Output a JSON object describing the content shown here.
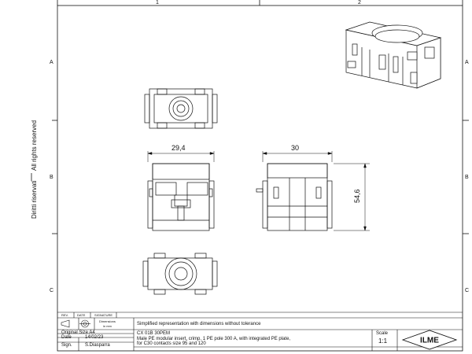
{
  "frame": {
    "zone_columns": [
      "1",
      "2"
    ],
    "zone_rows": [
      "A",
      "B",
      "C"
    ]
  },
  "side_notes": {
    "rights": "All rights reserved",
    "reserved": "Diritti riservati"
  },
  "dimensions": {
    "front_width": "29,4",
    "side_width": "30",
    "height": "54,6"
  },
  "revision_table": {
    "headers": [
      "REV.",
      "DATE",
      "SIGNATURE"
    ]
  },
  "title_block": {
    "dimensions_label": "Dimensions",
    "dimensions_unit": "in mm",
    "note": "Simplified representation with dimensions without tolerance",
    "original_size": "Original Size A4",
    "date_label": "Date",
    "date_value": "14/02/23",
    "sign_label": "Sign.",
    "sign_value": "S.Diasparra",
    "part_number": "CX 01B 30PEM",
    "description_line1": "Male PE modular insert, crimp, 1 PE pole 300 A, with integrated PE plate,",
    "description_line2": "for C30 contacts size 95 and 120",
    "scale_label": "Scale",
    "scale_value": "1:1",
    "logo_text": "ILME"
  }
}
